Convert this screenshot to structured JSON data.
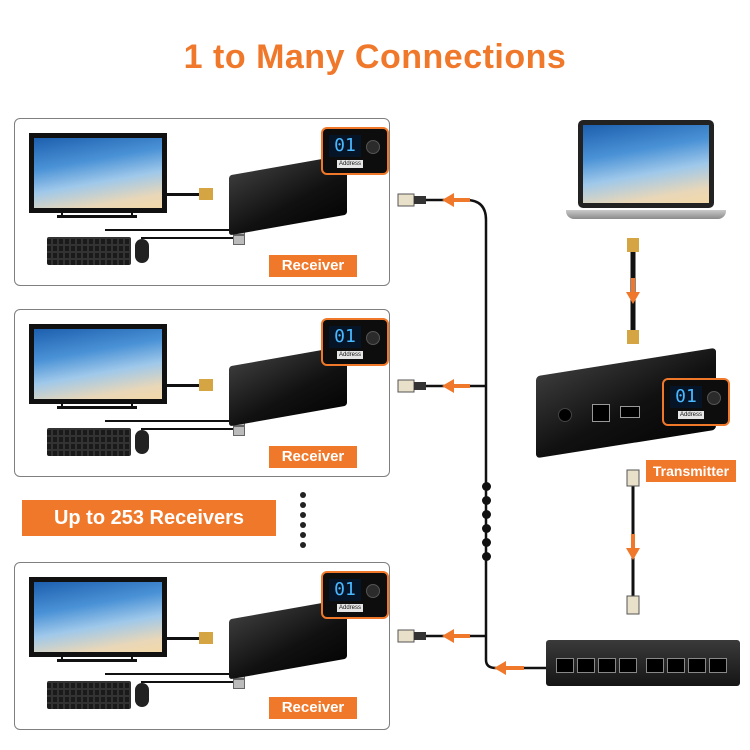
{
  "title": "1 to Many Connections",
  "receivers": [
    {
      "label": "Receiver",
      "address": "01",
      "address_caption": "Address"
    },
    {
      "label": "Receiver",
      "address": "01",
      "address_caption": "Address"
    },
    {
      "label": "Receiver",
      "address": "01",
      "address_caption": "Address"
    }
  ],
  "transmitter": {
    "label": "Transmitter",
    "address": "01",
    "address_caption": "Address"
  },
  "receivers_count_label": "Up to 253 Receivers",
  "colors": {
    "accent": "#f0782a",
    "cable": "#111111",
    "panel_border": "#7f7f7f",
    "display_digits": "#48b8ff"
  },
  "icons": [
    "monitor-icon",
    "keyboard-icon",
    "mouse-icon",
    "hdmi-plug-icon",
    "usb-plug-icon",
    "rj45-plug-icon",
    "laptop-icon",
    "network-switch-icon",
    "arrow-icon"
  ]
}
